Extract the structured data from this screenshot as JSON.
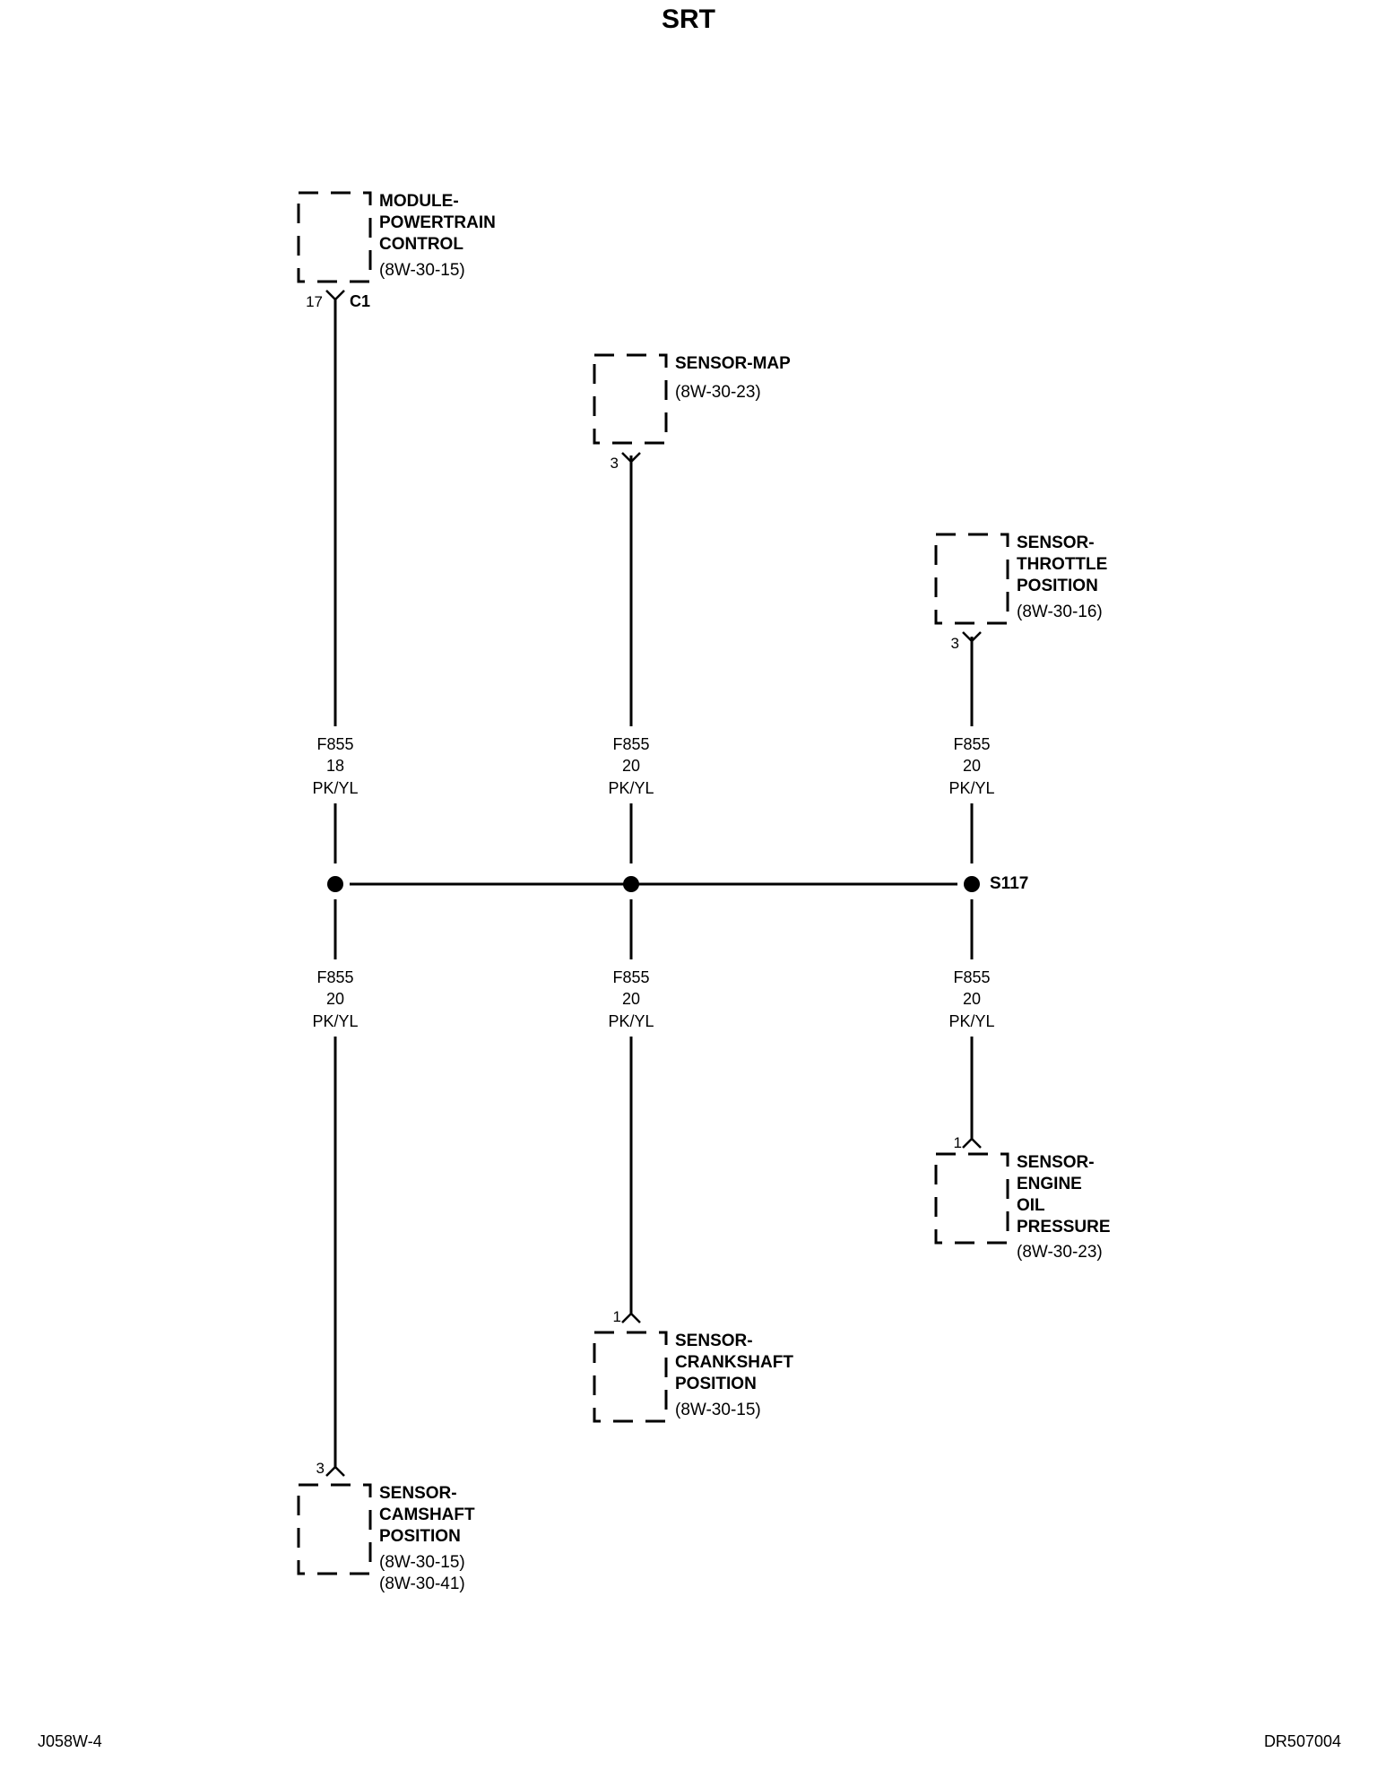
{
  "title": "SRT",
  "footer": {
    "left": "J058W-4",
    "right": "DR507004"
  },
  "components": [
    {
      "id": "pcm",
      "lines": [
        "MODULE-",
        "POWERTRAIN",
        "CONTROL"
      ],
      "refs": [
        "(8W-30-15)"
      ],
      "pin": "17",
      "connector": "C1"
    },
    {
      "id": "map",
      "lines": [
        "SENSOR-MAP"
      ],
      "refs": [
        "(8W-30-23)"
      ],
      "pin": "3"
    },
    {
      "id": "tps",
      "lines": [
        "SENSOR-",
        "THROTTLE",
        "POSITION"
      ],
      "refs": [
        "(8W-30-16)"
      ],
      "pin": "3"
    },
    {
      "id": "eop",
      "lines": [
        "SENSOR-",
        "ENGINE",
        "OIL",
        "PRESSURE"
      ],
      "refs": [
        "(8W-30-23)"
      ],
      "pin": "1"
    },
    {
      "id": "ckp",
      "lines": [
        "SENSOR-",
        "CRANKSHAFT",
        "POSITION"
      ],
      "refs": [
        "(8W-30-15)"
      ],
      "pin": "1"
    },
    {
      "id": "cmp",
      "lines": [
        "SENSOR-",
        "CAMSHAFT",
        "POSITION"
      ],
      "refs": [
        "(8W-30-15)",
        "(8W-30-41)"
      ],
      "pin": "3"
    }
  ],
  "wires": [
    {
      "id": "w-pcm",
      "circuit": "F855",
      "gauge": "18",
      "color": "PK/YL"
    },
    {
      "id": "w-map",
      "circuit": "F855",
      "gauge": "20",
      "color": "PK/YL"
    },
    {
      "id": "w-tps",
      "circuit": "F855",
      "gauge": "20",
      "color": "PK/YL"
    },
    {
      "id": "w-cmp",
      "circuit": "F855",
      "gauge": "20",
      "color": "PK/YL"
    },
    {
      "id": "w-ckp",
      "circuit": "F855",
      "gauge": "20",
      "color": "PK/YL"
    },
    {
      "id": "w-eop",
      "circuit": "F855",
      "gauge": "20",
      "color": "PK/YL"
    }
  ],
  "splice": {
    "label": "S117"
  }
}
